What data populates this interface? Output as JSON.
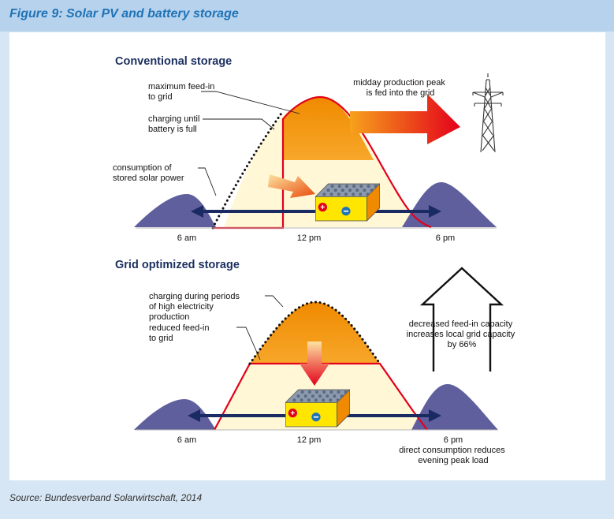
{
  "figure": {
    "title": "Figure 9: Solar PV and battery storage",
    "source": "Source: Bundesverband Solarwirtschaft, 2014"
  },
  "conventional": {
    "heading": "Conventional storage",
    "labels": {
      "max_feed_in": [
        "maximum feed-in",
        "to grid"
      ],
      "charging_until_full": [
        "charging until",
        "battery is full"
      ],
      "consumption_stored": [
        "consumption of",
        "stored solar power"
      ],
      "midday_peak": [
        "midday production peak",
        "is fed into the grid"
      ]
    },
    "axis": {
      "t1": "6 am",
      "t2": "12 pm",
      "t3": "6 pm"
    }
  },
  "grid_optimized": {
    "heading": "Grid optimized storage",
    "labels": {
      "charging_periods": [
        "charging during periods",
        "of high electricity",
        "production"
      ],
      "reduced_feed_in": [
        "reduced feed-in",
        "to grid"
      ],
      "decreased_capacity": [
        "decreased feed-in capacity",
        "increases local grid capacity",
        "by 66%"
      ],
      "direct_consumption": [
        "direct consumption reduces",
        "evening peak load"
      ]
    },
    "axis": {
      "t1": "6 am",
      "t2": "12 pm",
      "t3": "6 pm"
    }
  },
  "icons": {
    "pylon": "power-pylon-icon",
    "battery": "battery-icon",
    "up_arrow": "up-arrow-outline-icon"
  },
  "colors": {
    "title": "#1f73b7",
    "title_bar": "#b7d2ec",
    "frame_bg": "#d7e6f4",
    "heading": "#1b2f5f",
    "curve_red": "#e3001b",
    "orange": "#f39200",
    "light_fill": "#fff7d6",
    "consumption_blue": "#5f5f9e",
    "navy_arrow": "#1a2a63"
  }
}
